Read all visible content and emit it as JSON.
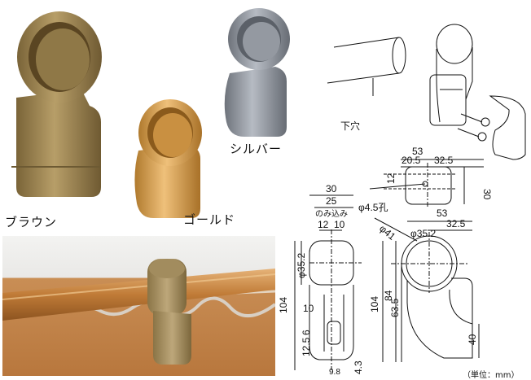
{
  "labels": {
    "brown": "ブラウン",
    "gold": "ゴールド",
    "silver": "シルバー",
    "hole": "下穴",
    "unit": "（単位：mm）"
  },
  "colors": {
    "brown": "#9c8250",
    "gold": "#d8a55a",
    "silver": "#8f949c",
    "wall": "#c8874c",
    "rail": "#c88743"
  },
  "dims": {
    "top_width": "53",
    "top_left": "20.5",
    "top_right": "32.5",
    "top_height": "30",
    "top_small": "12",
    "hole": "φ4.5孔",
    "side_w30": "30",
    "side_w25": "25",
    "side_note": "のみ込み",
    "side_12": "12",
    "side_10": "10",
    "side_phi": "φ35.2",
    "side_h": "104",
    "side_10b": "10",
    "side_6": "6",
    "side_125": "12.5",
    "side_98": "9.8",
    "side_43": "4.3",
    "front_53": "53",
    "front_325": "32.5",
    "front_phi41": "φ41",
    "front_phi352": "φ35.2",
    "front_104": "104",
    "front_84": "84",
    "front_635": "63.5",
    "front_40": "40"
  }
}
